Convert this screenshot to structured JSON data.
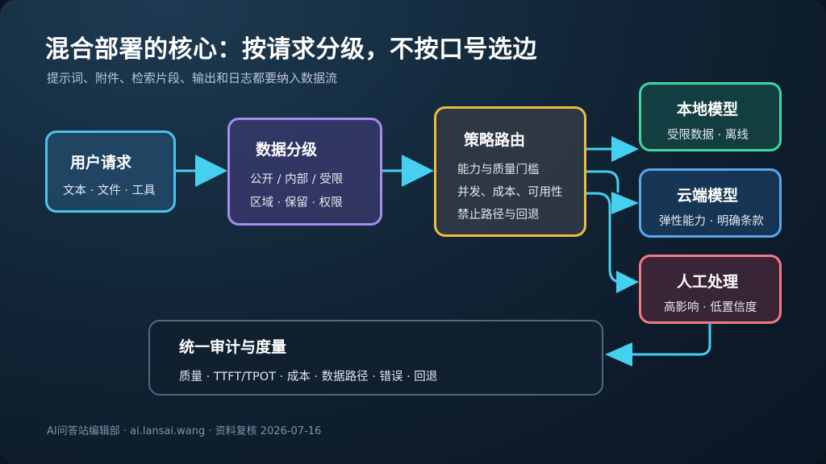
{
  "title": "混合部署的核心：按请求分级，不按口号选边",
  "subtitle": "提示词、附件、检索片段、输出和日志都要纳入数据流",
  "footer": "AI问答站编辑部 · ai.lansai.wang · 资料复核 2026-07-16",
  "nodes": {
    "request": {
      "title": "用户请求",
      "lines": [
        "文本 · 文件 · 工具"
      ],
      "color": "#4cc3ee"
    },
    "classify": {
      "title": "数据分级",
      "lines": [
        "公开 / 内部 / 受限",
        "区域 · 保留 · 权限"
      ],
      "color": "#a98af0"
    },
    "routing": {
      "title": "策略路由",
      "lines": [
        "能力与质量门槛",
        "并发、成本、可用性",
        "禁止路径与回退"
      ],
      "color": "#eebc3a"
    },
    "local": {
      "title": "本地模型",
      "lines": [
        "受限数据 · 离线"
      ],
      "color": "#3ed9a0"
    },
    "cloud": {
      "title": "云端模型",
      "lines": [
        "弹性能力 · 明确条款"
      ],
      "color": "#58a6f0"
    },
    "human": {
      "title": "人工处理",
      "lines": [
        "高影响 · 低置信度"
      ],
      "color": "#f07a86"
    },
    "audit": {
      "title": "统一审计与度量",
      "lines": [
        "质量 · TTFT/TPOT · 成本 · 数据路径 · 错误 · 回退"
      ],
      "color": "#5a7890"
    }
  },
  "colors": {
    "arrow": "#46d0f0"
  }
}
